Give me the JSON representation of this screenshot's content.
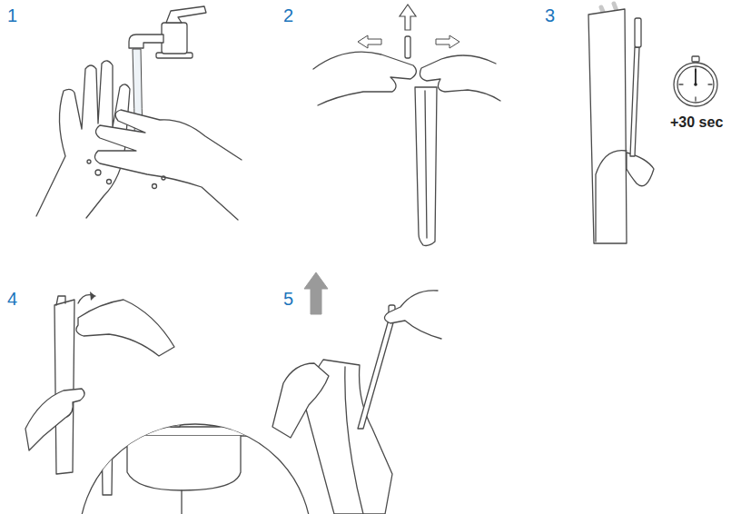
{
  "diagram": {
    "labels": [
      "1",
      "2",
      "3",
      "4",
      "5",
      "+30 sec"
    ]
  }
}
